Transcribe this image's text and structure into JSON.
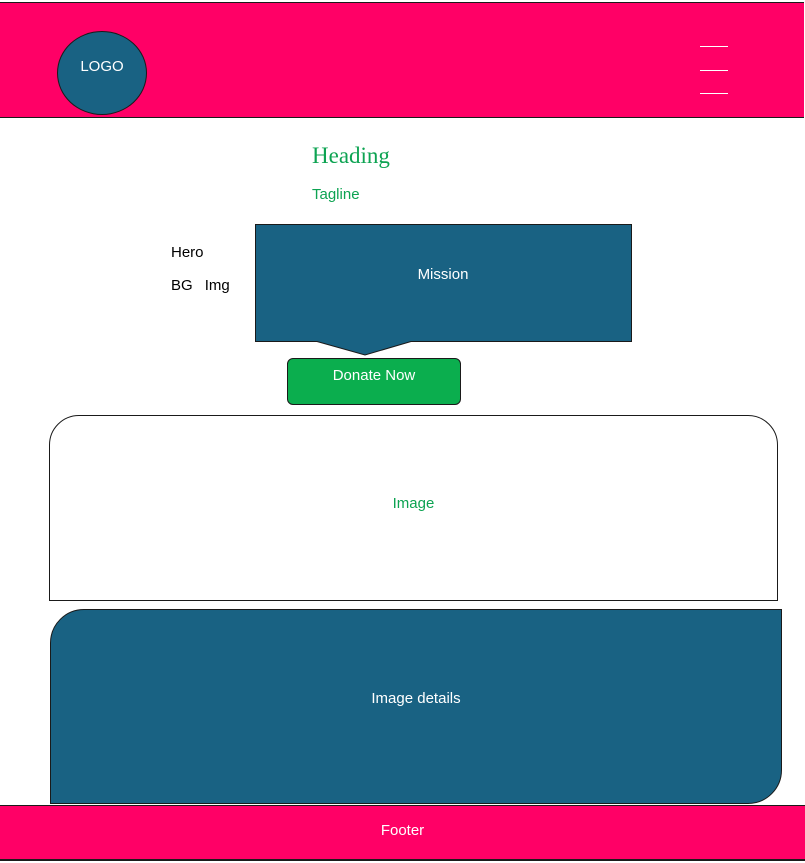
{
  "colors": {
    "pink": "#FF0066",
    "blue": "#196283",
    "green_text": "#0DA352",
    "green_button": "#0BAE4E"
  },
  "header": {
    "logo_label": "LOGO",
    "menu_icon": "hamburger-menu-icon"
  },
  "hero": {
    "heading": "Heading",
    "tagline": "Tagline",
    "label_line1": "Hero",
    "label_line2_word1": "BG",
    "label_line2_word2": "Img",
    "mission_label": "Mission",
    "donate_label": "Donate Now"
  },
  "content": {
    "image_label": "Image",
    "image_details_label": "Image details"
  },
  "footer": {
    "label": "Footer"
  }
}
